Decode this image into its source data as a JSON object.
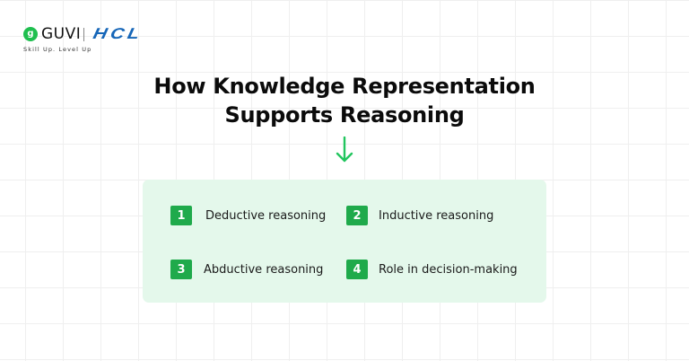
{
  "logo": {
    "icon": "guvi-g-icon",
    "icon_glyph": "g",
    "brand": "GUVI",
    "partner": "HCL",
    "tagline": "Skill Up. Level Up"
  },
  "title": {
    "line1": "How Knowledge Representation",
    "line2": "Supports Reasoning"
  },
  "arrow": {
    "icon": "arrow-down-icon",
    "color": "#22c55e"
  },
  "panel": {
    "background": "#e4f8eb",
    "badge_color": "#1faa4b",
    "items": [
      {
        "number": "1",
        "label": "Deductive reasoning"
      },
      {
        "number": "2",
        "label": "Inductive reasoning"
      },
      {
        "number": "3",
        "label": "Abductive reasoning"
      },
      {
        "number": "4",
        "label": "Role in decision-making"
      }
    ]
  }
}
